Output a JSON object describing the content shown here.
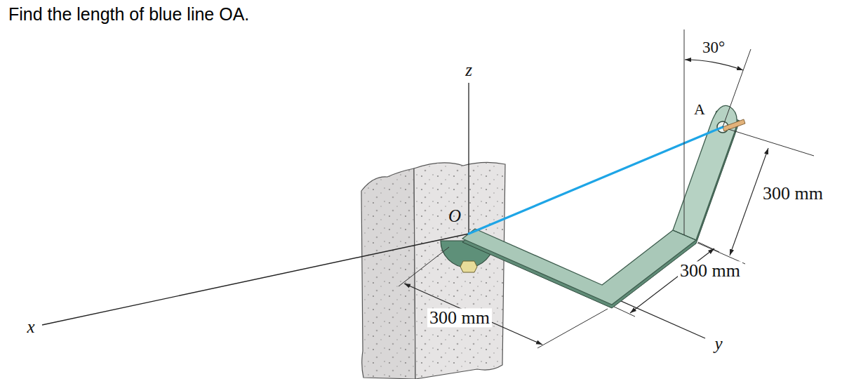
{
  "diagram": {
    "title": "Find the length of blue line OA.",
    "labels": [
      "30°",
      "z",
      "A",
      "300 mm",
      "O",
      "300 mm",
      "300 mm",
      "x",
      "y"
    ]
  }
}
